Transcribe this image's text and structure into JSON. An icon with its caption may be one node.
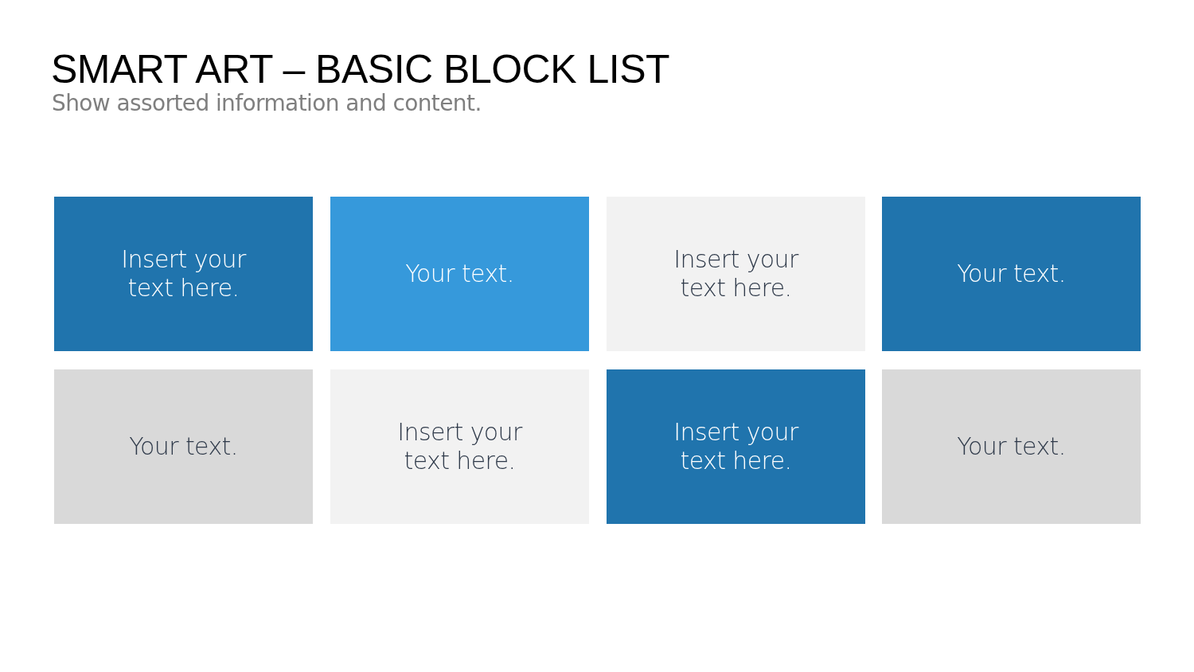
{
  "diagram": {
    "title": "SMART ART – BASIC BLOCK LIST",
    "caption": "Show assorted information and content.",
    "nodes": [
      {
        "text": [
          "Insert your text here."
        ]
      },
      {
        "text": [
          "Your text."
        ]
      },
      {
        "text": [
          "Insert your text here."
        ]
      },
      {
        "text": [
          "Your text."
        ]
      },
      {
        "text": [
          "Your text."
        ]
      },
      {
        "text": [
          "Insert your text here."
        ]
      },
      {
        "text": [
          "Insert your text here."
        ]
      },
      {
        "text": [
          "Your text."
        ]
      }
    ]
  }
}
